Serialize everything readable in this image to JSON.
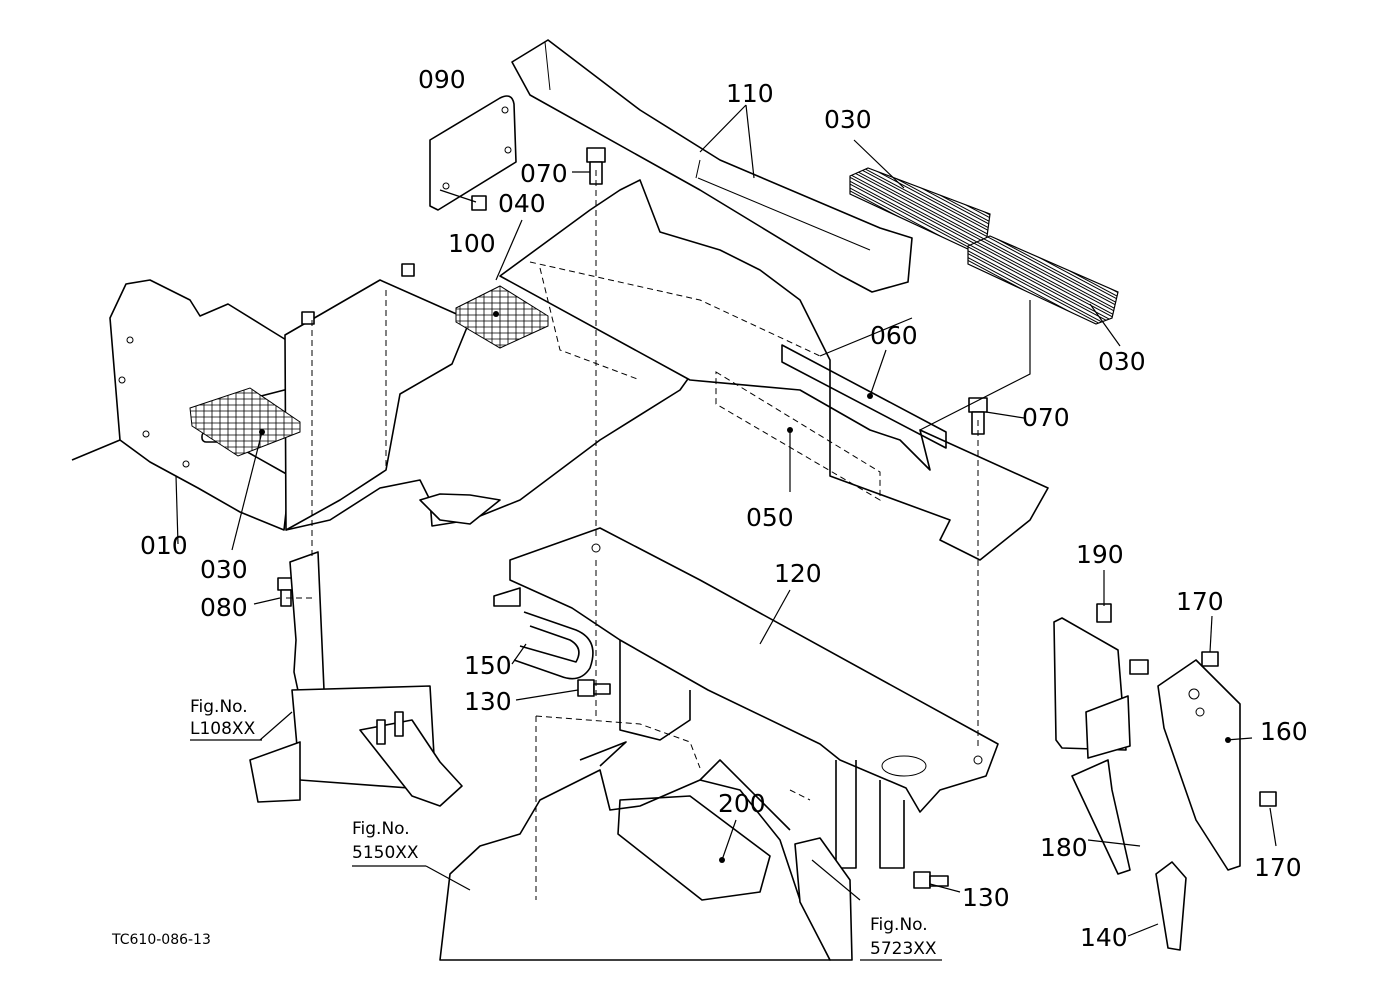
{
  "drawing_id": "TC610-086-13",
  "parts": {
    "p010": "010",
    "p030_top": "030",
    "p030_right": "030",
    "p030_left": "030",
    "p040": "040",
    "p050": "050",
    "p060": "060",
    "p070_top": "070",
    "p070_right": "070",
    "p080": "080",
    "p090": "090",
    "p100": "100",
    "p110": "110",
    "p120": "120",
    "p130_left": "130",
    "p130_right": "130",
    "p140": "140",
    "p150": "150",
    "p160": "160",
    "p170_top": "170",
    "p170_bottom": "170",
    "p180": "180",
    "p190": "190",
    "p200": "200"
  },
  "fig_refs": {
    "l108": {
      "caption": "Fig.No.",
      "code": "L108XX"
    },
    "f5150": {
      "caption": "Fig.No.",
      "code": "5150XX"
    },
    "f5723": {
      "caption": "Fig.No.",
      "code": "5723XX"
    }
  }
}
